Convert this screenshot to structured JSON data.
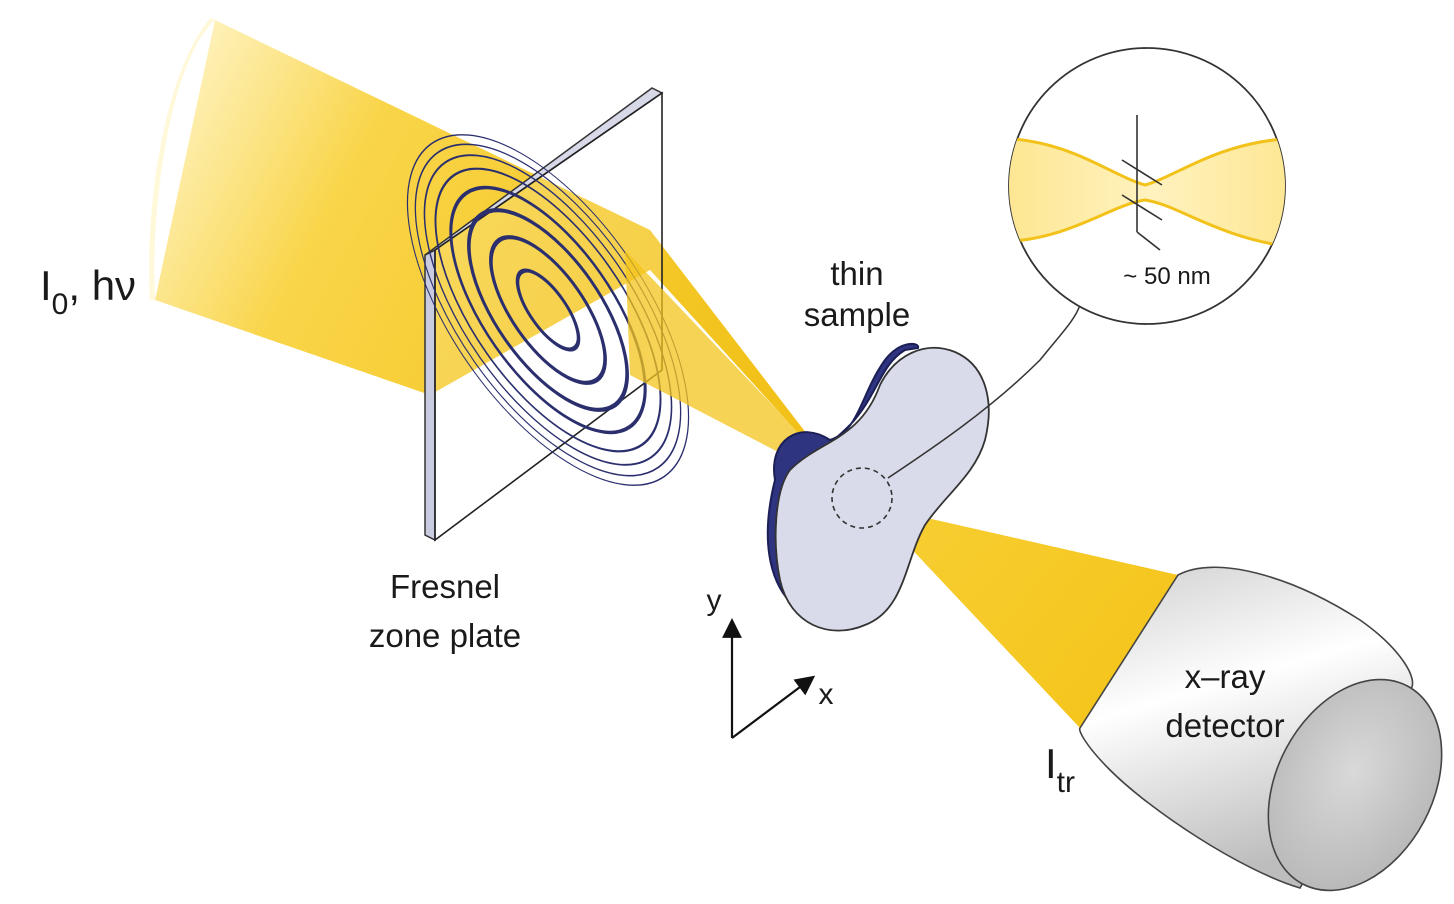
{
  "labels": {
    "incident_main": "I",
    "incident_sub": "0",
    "incident_rest": ", hν",
    "zone_plate_line1": "Fresnel",
    "zone_plate_line2": "zone plate",
    "sample_line1": "thin",
    "sample_line2": "sample",
    "focus_size": "~ 50 nm",
    "transmitted_main": "I",
    "transmitted_sub": "tr",
    "detector_line1": "x–ray",
    "detector_line2": "detector",
    "axis_y": "y",
    "axis_x": "x"
  },
  "colors": {
    "beam": "#f7c81e",
    "beam_light": "#fbe6a0",
    "zone_rings": "#2b2f6e",
    "plate_edge": "#c9cbe0",
    "sample_face": "#d9dbeb",
    "sample_edge": "#2f3481",
    "detector_body": "#e6e6e6",
    "detector_face": "#c8c8c8"
  },
  "icons": {
    "axis_arrows": "axis-arrows-icon"
  }
}
